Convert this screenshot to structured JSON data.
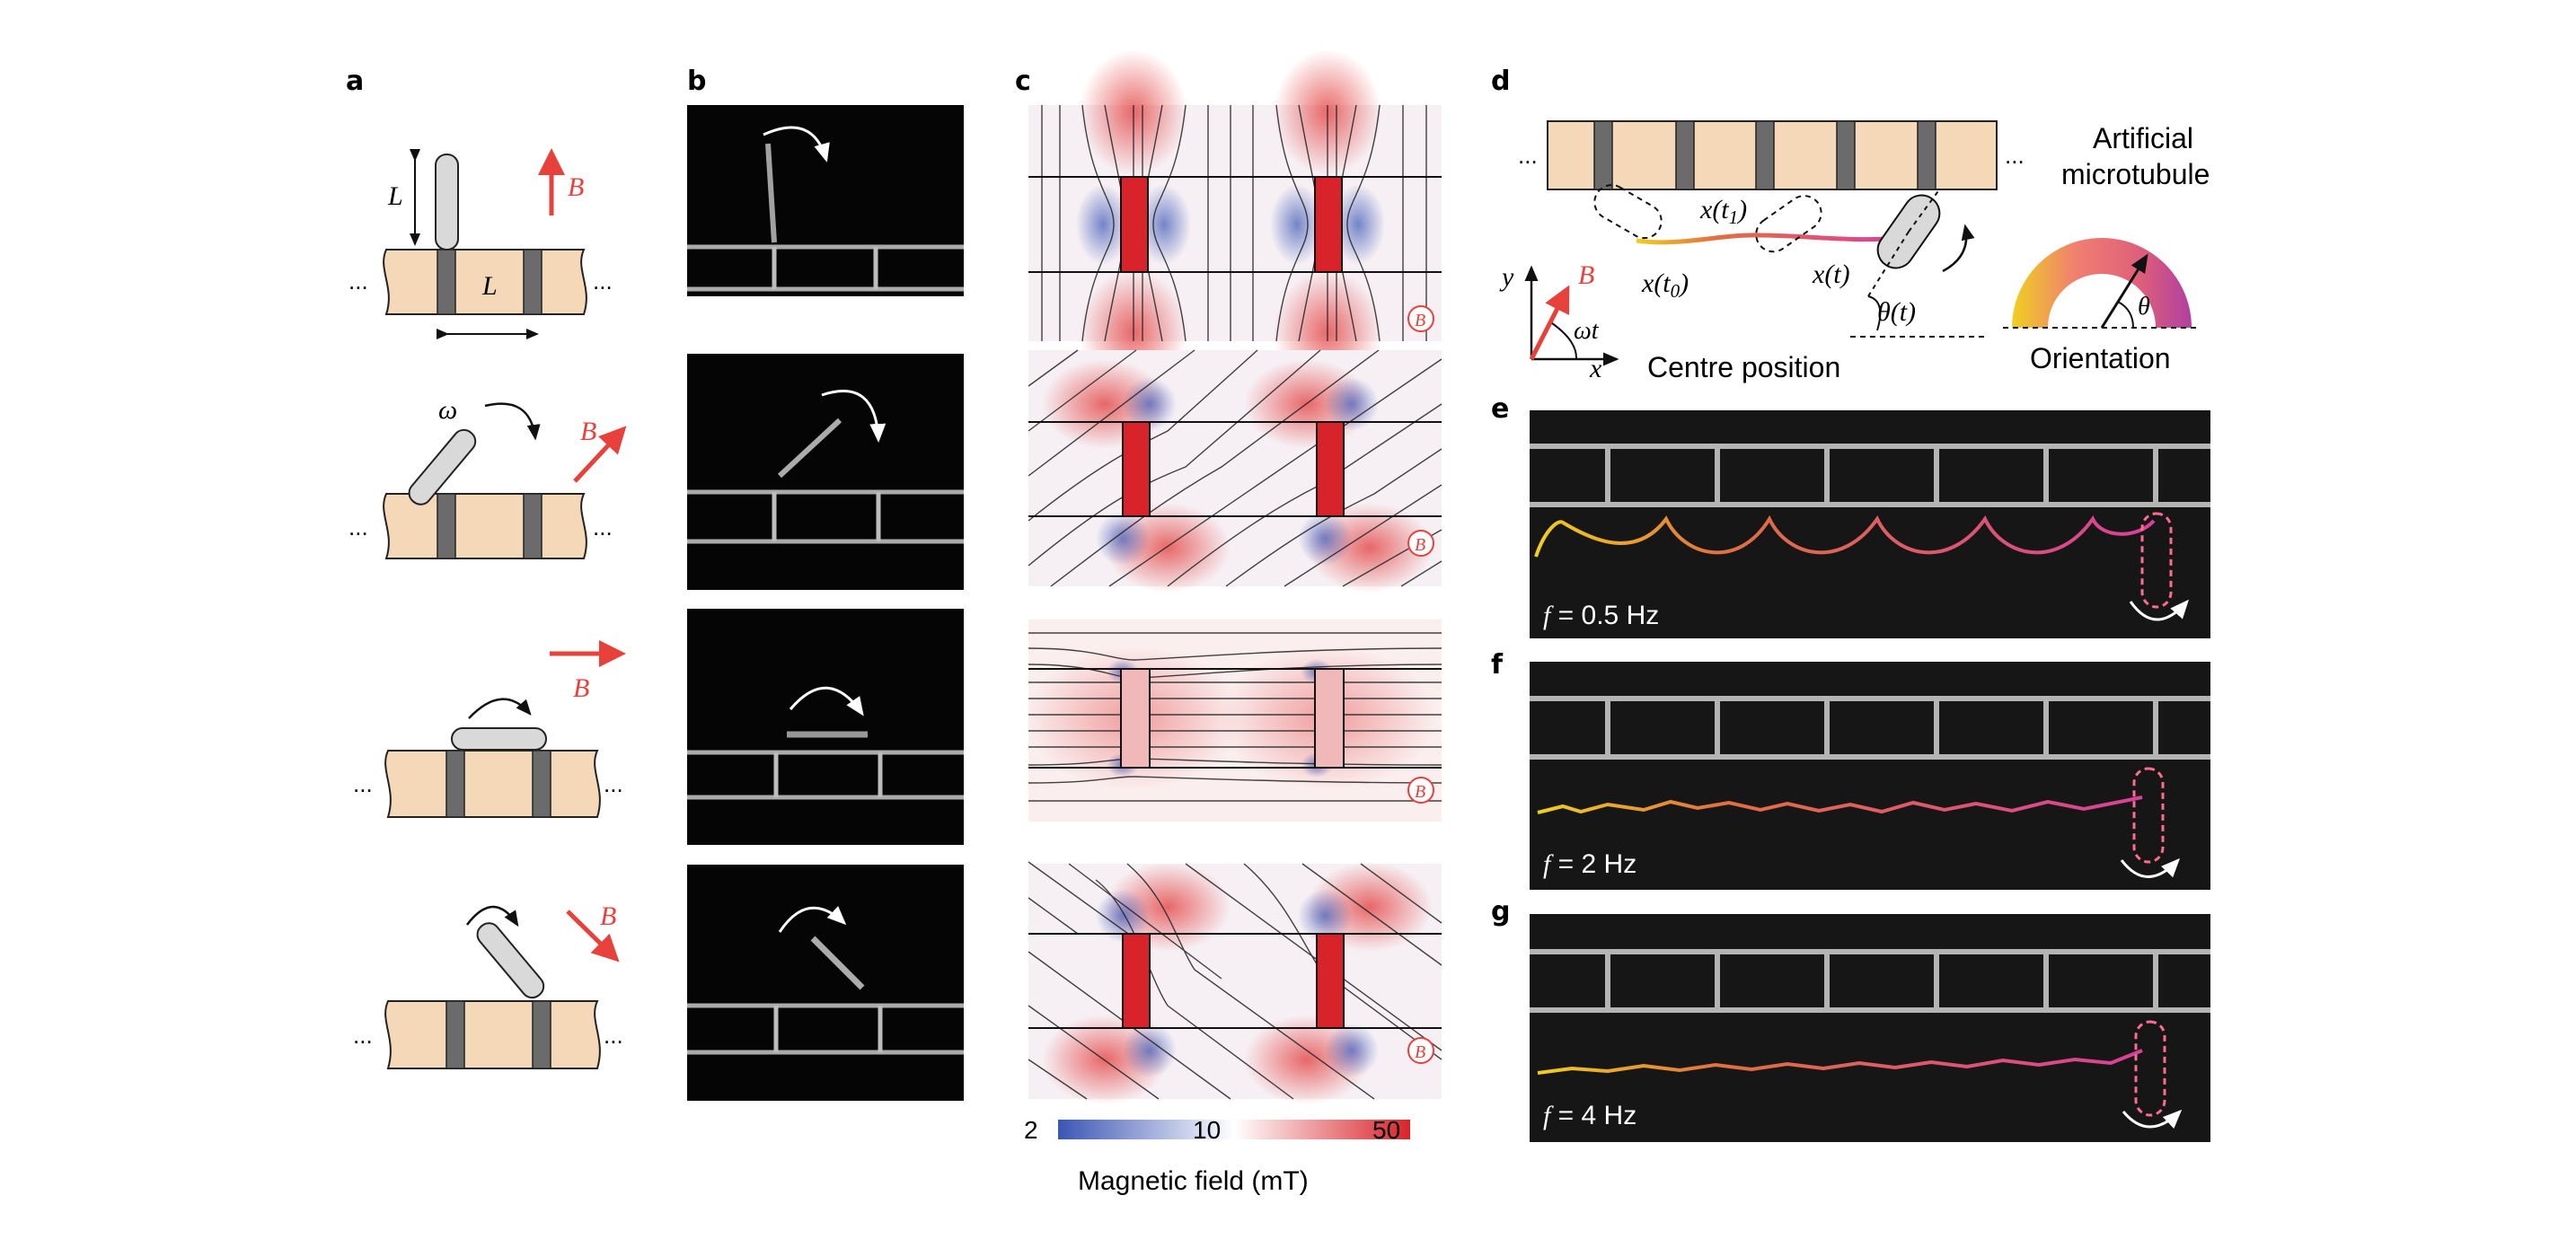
{
  "figure": {
    "panel_labels": {
      "a": "a",
      "b": "b",
      "c": "c",
      "d": "d",
      "e": "e",
      "f": "f",
      "g": "g"
    },
    "colors": {
      "substrate": "#f5d8b8",
      "magnet": "#6b6b6b",
      "field_arrow": "#e8403a",
      "microtubule": "#d9d9d9",
      "track_yellow": "#f0d020",
      "track_pink": "#d9409a",
      "field_low": "#3b55b5",
      "field_mid": "#ffffff",
      "field_high": "#d9232b"
    }
  },
  "panel_a": {
    "length_label": "L",
    "width_label": "L",
    "field_label": "B",
    "omega_label": "ω",
    "ellipsis": "..."
  },
  "panel_c": {
    "field_symbol": "B",
    "colorbar_ticks": [
      "2",
      "10",
      "50"
    ],
    "colorbar_title": "Magnetic field (mT)"
  },
  "panel_d": {
    "ellipsis": "...",
    "label_xt1_base": "x(t",
    "label_xt1_sub": "1",
    "label_xt0_base": "x(t",
    "label_xt0_sub": "0",
    "label_xt": "x(t)",
    "label_theta": "θ(t)",
    "axis_y": "y",
    "axis_x": "x",
    "axis_b": "B",
    "axis_omega": "ωt",
    "centre_position": "Centre position",
    "artificial_line1": "Artificial",
    "artificial_line2": "microtubule",
    "orientation_label": "Orientation",
    "orientation_theta": "θ"
  },
  "panel_e": {
    "freq_symbol": "f",
    "freq_value": " = 0.5 Hz"
  },
  "panel_f": {
    "freq_symbol": "f",
    "freq_value": " = 2 Hz"
  },
  "panel_g": {
    "freq_symbol": "f",
    "freq_value": " = 4 Hz"
  }
}
